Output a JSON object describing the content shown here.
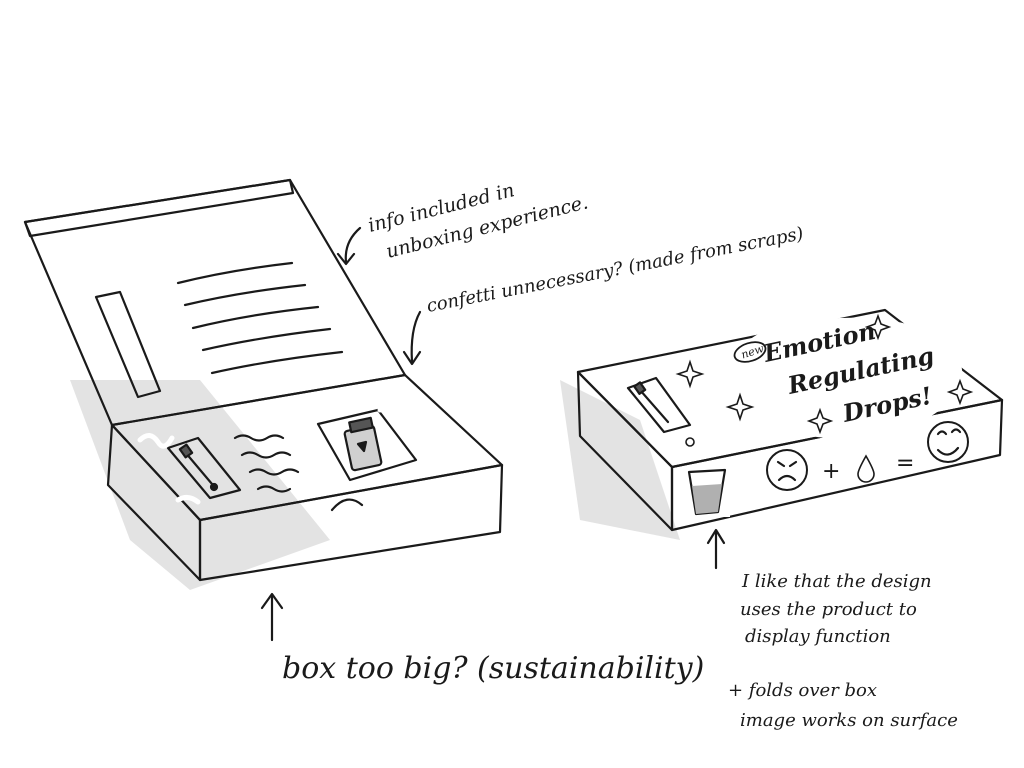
{
  "annotations": {
    "info": [
      "info included in",
      "unboxing experience."
    ],
    "confetti": "confetti unnecessary? (made from scraps)",
    "box_size": "box too big? (sustainability)",
    "design": [
      "I like that the design",
      "uses the product to",
      "display function",
      "+ folds over box",
      "image works on surface"
    ]
  },
  "product": {
    "badge": "new",
    "name": [
      "Emotion",
      "Regulating",
      "Drops!"
    ],
    "equation_plus": "+",
    "equation_equals": "="
  },
  "colors": {
    "ink": "#1a1a1a",
    "box_light": "#c9c9c9",
    "box_mid": "#a9a9a9",
    "box_dark": "#8c8c8c",
    "shadow": "#e2e2e2"
  }
}
